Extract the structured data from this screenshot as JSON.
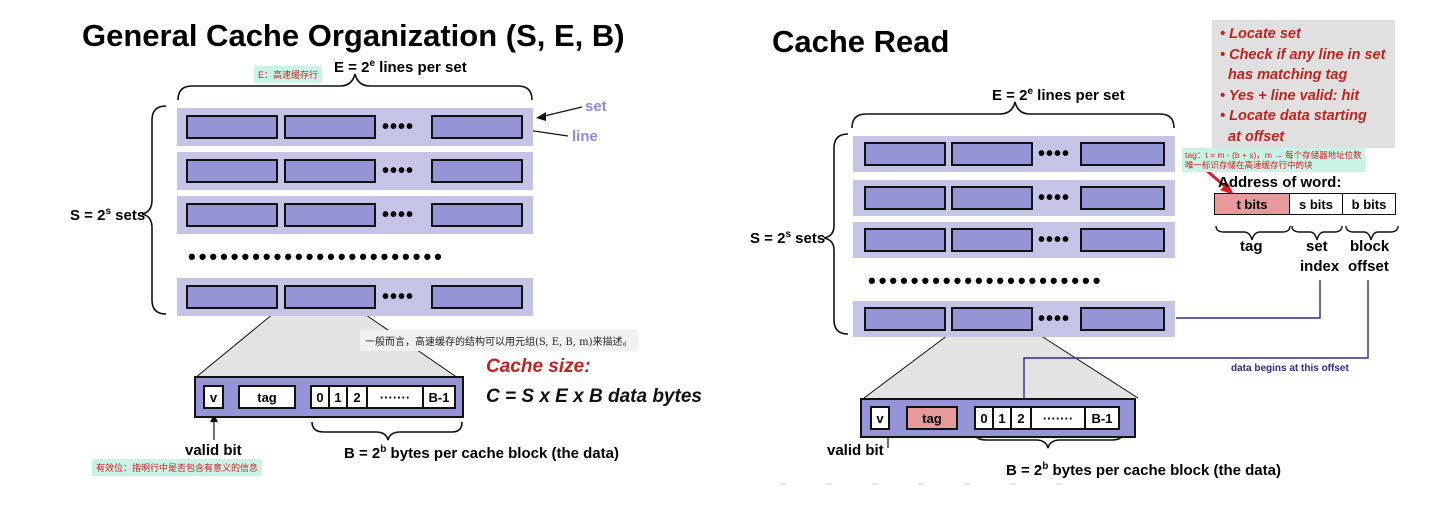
{
  "left": {
    "title": "General Cache Organization (S, E, B)",
    "e_label": "E = 2",
    "e_sup": "e",
    "e_suffix": " lines per set",
    "e_note": "E：高速缓存行",
    "s_label": "S = 2",
    "s_sup": "s",
    "s_suffix": " sets",
    "set_label": "set",
    "line_label": "line",
    "line_dots": "••••",
    "row_dots": "••••••••••••••••••••••••",
    "description_note": "一般而言，高速缓存的结构可以用元组(S, E, B, m)来描述。",
    "cache_size_title": "Cache size:",
    "cache_size_formula": "C = S x E x B data bytes",
    "block": {
      "v": "v",
      "tag": "tag",
      "bytes": [
        "0",
        "1",
        "2",
        "·······",
        "B-1"
      ]
    },
    "valid_bit_label": "valid bit",
    "valid_bit_note": "有效位：指明行中是否包含有意义的信息",
    "b_label": "B = 2",
    "b_sup": "b",
    "b_suffix": " bytes per cache block (the data)"
  },
  "right": {
    "title": "Cache Read",
    "e_label": "E = 2",
    "e_sup": "e",
    "e_suffix": " lines per set",
    "s_label": "S = 2",
    "s_sup": "s",
    "s_suffix": " sets",
    "line_dots": "••••",
    "row_dots": "••••••••••••••••••••••",
    "bullets": [
      "• Locate set",
      "• Check if any line in set",
      "  has matching tag",
      "• Yes + line valid: hit",
      "• Locate data starting",
      "  at offset"
    ],
    "tag_note_line1": "tag：t = m - (b + s)，m → 每个存储器地址位数",
    "tag_note_line2": "唯一标识存储在高速缓存行中的块",
    "address_title": "Address of word:",
    "address_fields": [
      "t bits",
      "s bits",
      "b bits"
    ],
    "field_tag": "tag",
    "field_set1": "set",
    "field_set2": "index",
    "field_block1": "block",
    "field_block2": "offset",
    "data_begins": "data begins at this offset",
    "block": {
      "v": "v",
      "tag": "tag",
      "bytes": [
        "0",
        "1",
        "2",
        "·······",
        "B-1"
      ]
    },
    "valid_bit_label": "valid bit",
    "b_label": "B = 2",
    "b_sup": "b",
    "b_suffix": " bytes per cache block (the data)"
  },
  "colors": {
    "line_fill": "#9494d6",
    "set_fill": "#c4c4e6",
    "tag_highlight": "#e79a9a",
    "red_text": "#c0231f",
    "connector": "#2b2b8f"
  }
}
